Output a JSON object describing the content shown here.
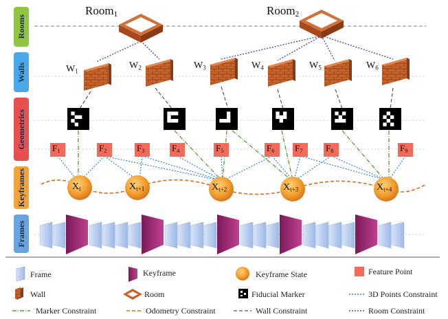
{
  "layers": [
    {
      "key": "rooms",
      "label": "Rooms",
      "color": "#8ec641"
    },
    {
      "key": "walls",
      "label": "Walls",
      "color": "#4aa8e8"
    },
    {
      "key": "geometrics",
      "label": "Geometrics",
      "color": "#e85050"
    },
    {
      "key": "keyframes",
      "label": "Keyframes",
      "color": "#f3a33a"
    },
    {
      "key": "frames",
      "label": "Frames",
      "color": "#6aa3e0"
    }
  ],
  "rooms": [
    {
      "base": "Room",
      "sub": "1"
    },
    {
      "base": "Room",
      "sub": "2"
    }
  ],
  "walls": [
    {
      "base": "W",
      "sub": "1"
    },
    {
      "base": "W",
      "sub": "2"
    },
    {
      "base": "W",
      "sub": "3"
    },
    {
      "base": "W",
      "sub": "4"
    },
    {
      "base": "W",
      "sub": "5"
    },
    {
      "base": "W",
      "sub": "6"
    }
  ],
  "features": [
    {
      "base": "F",
      "sub": "1"
    },
    {
      "base": "F",
      "sub": "2"
    },
    {
      "base": "F",
      "sub": "3"
    },
    {
      "base": "F",
      "sub": "4"
    },
    {
      "base": "F",
      "sub": "5"
    },
    {
      "base": "F",
      "sub": "6"
    },
    {
      "base": "F",
      "sub": "7"
    },
    {
      "base": "F",
      "sub": "8"
    },
    {
      "base": "F",
      "sub": "9"
    }
  ],
  "keyframe_states": [
    {
      "base": "X",
      "sub": "t"
    },
    {
      "base": "X",
      "sub": "t+1"
    },
    {
      "base": "X",
      "sub": "t+2"
    },
    {
      "base": "X",
      "sub": "t+3"
    },
    {
      "base": "X",
      "sub": "t+4"
    }
  ],
  "legend": {
    "frame": "Frame",
    "keyframe": "Keyframe",
    "keyframe_state": "Keyframe State",
    "feature_point": "Feature Point",
    "wall": "Wall",
    "room": "Room",
    "fiducial_marker": "Fiducial Marker",
    "points_constraint": "3D Points Constraint",
    "marker_constraint": "Marker Constraint",
    "odometry_constraint": "Odometry Constraint",
    "wall_constraint": "Wall Constraint",
    "room_constraint": "Room Constraint"
  },
  "colors": {
    "brick": "#c8642a",
    "brick_dark": "#8a3a15",
    "brick_top": "#e08a50",
    "feature": "#f26a5a",
    "keyframe_state": "#f5a030",
    "frame": "#b8cdf0",
    "keyframe": "#a02a78",
    "points_constraint": "#3a7fd0",
    "marker_constraint": "#5a9a3a",
    "odometry_constraint": "#e06a1a",
    "wall_constraint": "#555555",
    "room_constraint": "#4a4ab0"
  }
}
